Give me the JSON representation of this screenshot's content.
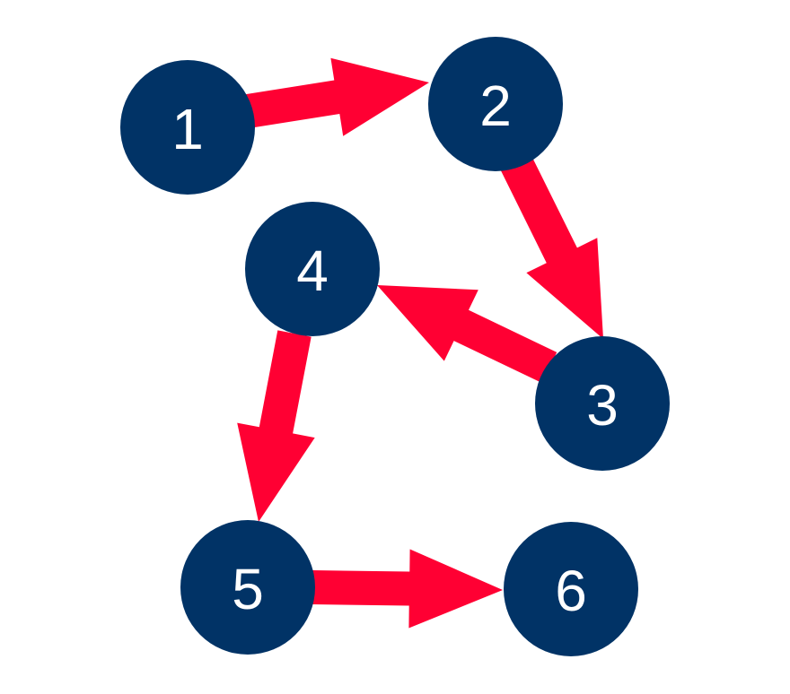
{
  "colors": {
    "node_fill": "#013366",
    "arrow_fill": "#ff0033",
    "label_color": "#ffffff",
    "background": "#ffffff"
  },
  "nodes": [
    {
      "id": "1",
      "label": "1"
    },
    {
      "id": "2",
      "label": "2"
    },
    {
      "id": "3",
      "label": "3"
    },
    {
      "id": "4",
      "label": "4"
    },
    {
      "id": "5",
      "label": "5"
    },
    {
      "id": "6",
      "label": "6"
    }
  ],
  "edges": [
    {
      "from": "1",
      "to": "2"
    },
    {
      "from": "2",
      "to": "3"
    },
    {
      "from": "3",
      "to": "4"
    },
    {
      "from": "4",
      "to": "5"
    },
    {
      "from": "5",
      "to": "6"
    }
  ]
}
